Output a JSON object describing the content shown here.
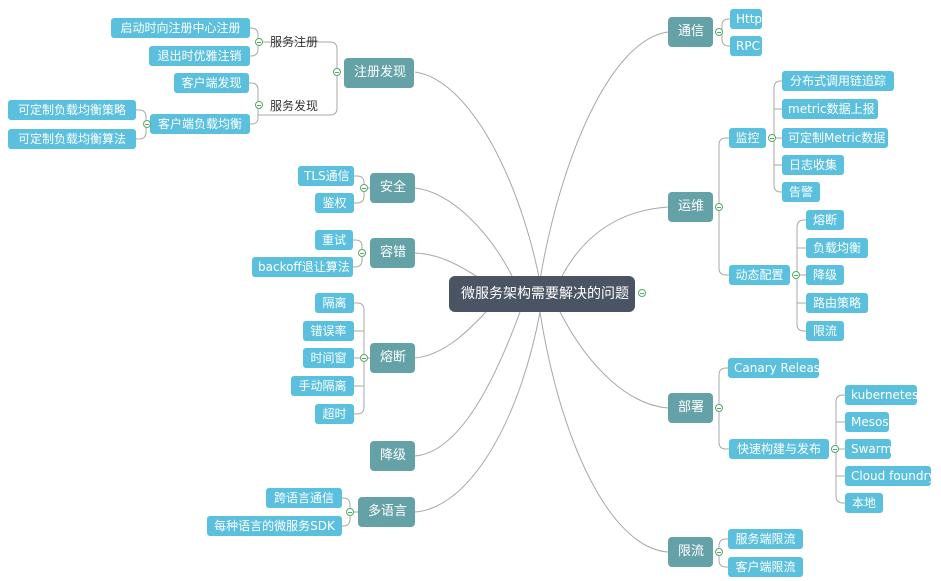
{
  "center": "微服务架构需要解决的问题",
  "left": {
    "registry": {
      "title": "注册发现",
      "service_registration": {
        "label": "服务注册",
        "items": [
          "启动时向注册中心注册",
          "退出时优雅注销"
        ]
      },
      "service_discovery": {
        "label": "服务发现",
        "items": [
          "客户端发现",
          "客户端负载均衡"
        ]
      },
      "lb_items": [
        "可定制负载均衡策略",
        "可定制负载均衡算法"
      ]
    },
    "security": {
      "title": "安全",
      "items": [
        "TLS通信",
        "鉴权"
      ]
    },
    "fault_tolerance": {
      "title": "容错",
      "items": [
        "重试",
        "backoff退让算法"
      ]
    },
    "circuit_breaker": {
      "title": "熔断",
      "items": [
        "隔离",
        "错误率",
        "时间窗",
        "手动隔离",
        "超时"
      ]
    },
    "degrade": {
      "title": "降级"
    },
    "multilang": {
      "title": "多语言",
      "items": [
        "跨语言通信",
        "每种语言的微服务SDK"
      ]
    }
  },
  "right": {
    "comm": {
      "title": "通信",
      "items": [
        "Http",
        "RPC"
      ]
    },
    "ops": {
      "title": "运维",
      "monitor": {
        "label": "监控",
        "items": [
          "分布式调用链追踪",
          "metric数据上报",
          "可定制Metric数据",
          "日志收集",
          "告警"
        ]
      },
      "dynamic_config": {
        "label": "动态配置",
        "items": [
          "熔断",
          "负载均衡",
          "降级",
          "路由策略",
          "限流"
        ]
      }
    },
    "deploy": {
      "title": "部署",
      "canary": "Canary Release",
      "fast_build": {
        "label": "快速构建与发布",
        "items": [
          "kubernetes",
          "Mesos",
          "Swarm",
          "Cloud foundry",
          "本地"
        ]
      }
    },
    "rate_limit": {
      "title": "限流",
      "items": [
        "服务端限流",
        "客户端限流"
      ]
    }
  },
  "colors": {
    "center": "#4a5462",
    "main": "#64a2a8",
    "sub": "#5bc0de",
    "toggle": "#58a86a",
    "curve": "#a8a8a8"
  }
}
